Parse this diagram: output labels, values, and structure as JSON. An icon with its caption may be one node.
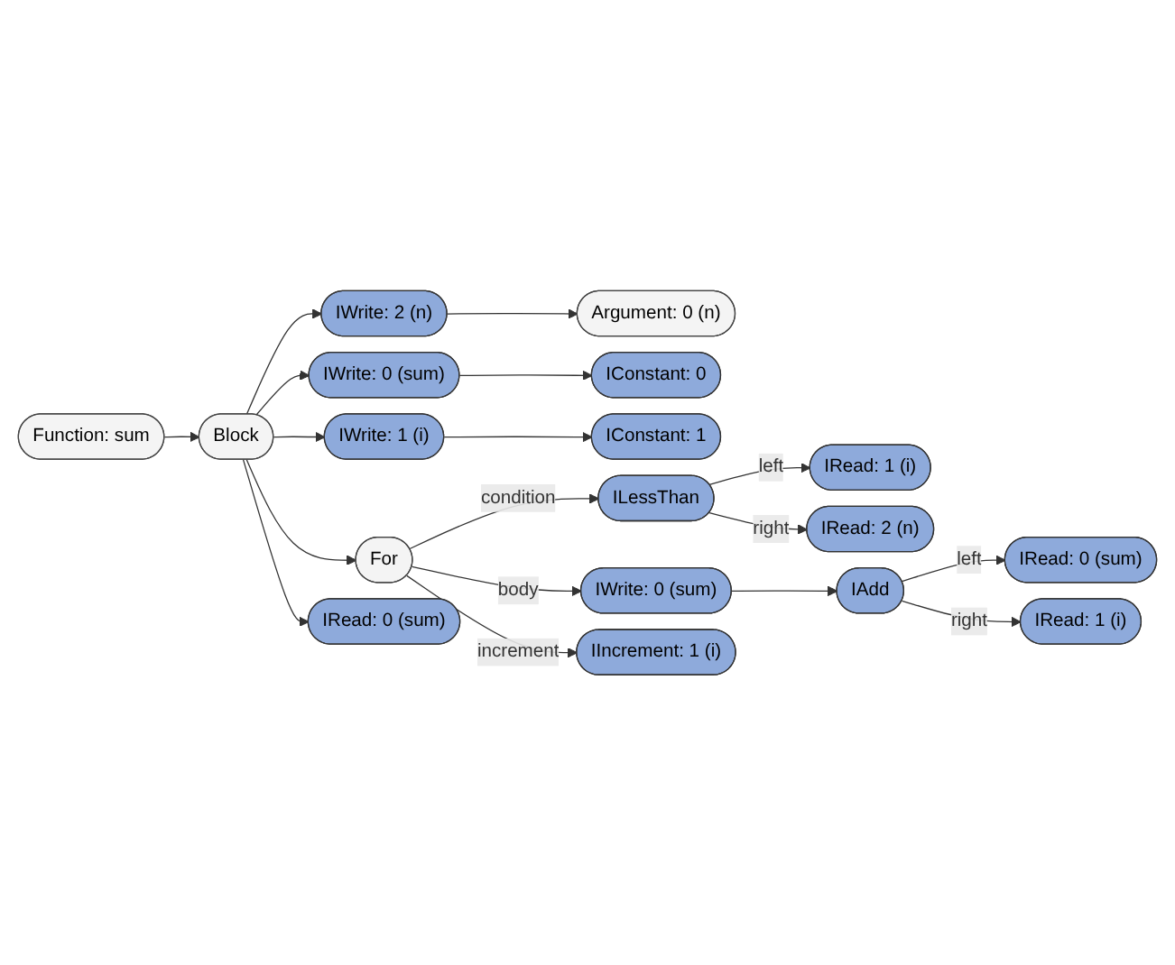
{
  "diagram": {
    "nodes": [
      {
        "text": [
          "Function: sum"
        ]
      },
      {
        "text": [
          "Block"
        ]
      },
      {
        "text": [
          "IWrite: 2 (n)"
        ]
      },
      {
        "text": [
          "Argument: 0 (n)"
        ]
      },
      {
        "text": [
          "IWrite: 0 (sum)"
        ]
      },
      {
        "text": [
          "IConstant: 0"
        ]
      },
      {
        "text": [
          "IWrite: 1 (i)"
        ]
      },
      {
        "text": [
          "IConstant: 1"
        ]
      },
      {
        "text": [
          "For"
        ]
      },
      {
        "text": [
          "ILessThan"
        ]
      },
      {
        "text": [
          "IRead: 1 (i)"
        ]
      },
      {
        "text": [
          "IRead: 2 (n)"
        ]
      },
      {
        "text": [
          "IWrite: 0 (sum)"
        ]
      },
      {
        "text": [
          "IAdd"
        ]
      },
      {
        "text": [
          "IRead: 0 (sum)"
        ]
      },
      {
        "text": [
          "IRead: 1 (i)"
        ]
      },
      {
        "text": [
          "IIncrement: 1 (i)"
        ]
      },
      {
        "text": [
          "IRead: 0 (sum)"
        ]
      }
    ],
    "edges": [
      {
        "from": 0,
        "to": 1,
        "arrow": "to"
      },
      {
        "from": 1,
        "to": 2,
        "arrow": "to"
      },
      {
        "from": 2,
        "to": 3,
        "arrow": "to"
      },
      {
        "from": 1,
        "to": 4,
        "arrow": "to"
      },
      {
        "from": 4,
        "to": 5,
        "arrow": "to"
      },
      {
        "from": 1,
        "to": 6,
        "arrow": "to"
      },
      {
        "from": 6,
        "to": 7,
        "arrow": "to"
      },
      {
        "from": 1,
        "to": 8,
        "arrow": "to"
      },
      {
        "from": 8,
        "to": 9,
        "arrow": "to",
        "label": "condition"
      },
      {
        "from": 9,
        "to": 10,
        "arrow": "to",
        "label": "left"
      },
      {
        "from": 9,
        "to": 11,
        "arrow": "to",
        "label": "right"
      },
      {
        "from": 8,
        "to": 12,
        "arrow": "to",
        "label": "body"
      },
      {
        "from": 12,
        "to": 13,
        "arrow": "to"
      },
      {
        "from": 13,
        "to": 14,
        "arrow": "to",
        "label": "left"
      },
      {
        "from": 13,
        "to": 15,
        "arrow": "to",
        "label": "right"
      },
      {
        "from": 8,
        "to": 16,
        "arrow": "to",
        "label": "increment"
      },
      {
        "from": 1,
        "to": 17,
        "arrow": "to"
      }
    ]
  }
}
